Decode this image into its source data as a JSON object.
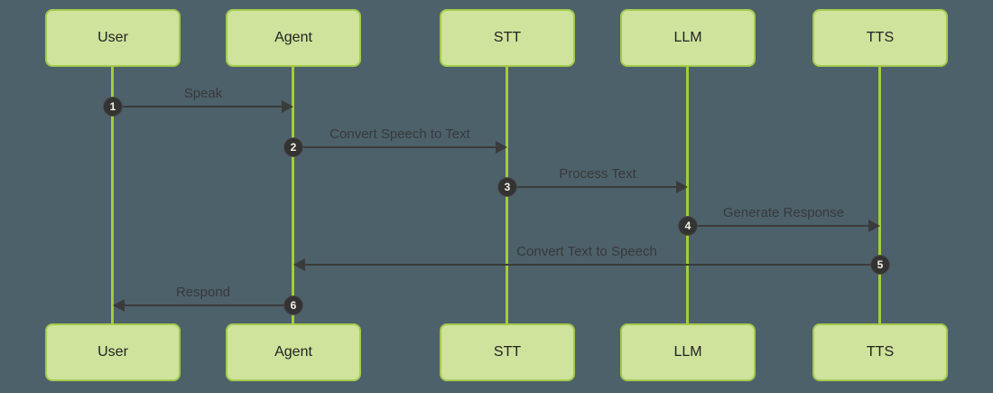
{
  "colors": {
    "background": "#4d616a",
    "box_fill": "#cfe39c",
    "box_border": "#a5c94f",
    "lifeline": "#a6cc39",
    "arrow": "#3b3b3b",
    "label_text": "#37393b",
    "badge_fill": "#333333",
    "badge_text": "#f5f2e3"
  },
  "actors": [
    {
      "name": "User"
    },
    {
      "name": "Agent"
    },
    {
      "name": "STT"
    },
    {
      "name": "LLM"
    },
    {
      "name": "TTS"
    }
  ],
  "messages": [
    {
      "number": "1",
      "label": "Speak",
      "from": "User",
      "to": "Agent"
    },
    {
      "number": "2",
      "label": "Convert Speech to Text",
      "from": "Agent",
      "to": "STT"
    },
    {
      "number": "3",
      "label": "Process Text",
      "from": "STT",
      "to": "LLM"
    },
    {
      "number": "4",
      "label": "Generate Response",
      "from": "LLM",
      "to": "TTS"
    },
    {
      "number": "5",
      "label": "Convert Text to Speech",
      "from": "TTS",
      "to": "Agent"
    },
    {
      "number": "6",
      "label": "Respond",
      "from": "Agent",
      "to": "User"
    }
  ]
}
